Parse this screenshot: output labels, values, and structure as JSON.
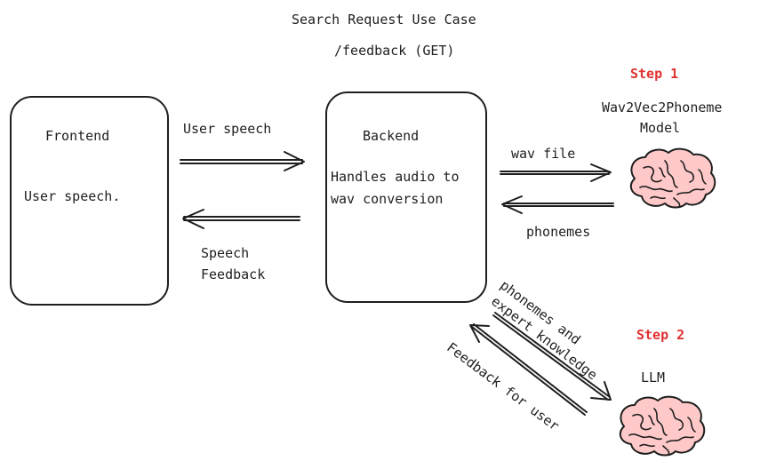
{
  "title": {
    "line1": "Search Request Use Case",
    "line2": "/feedback (GET)"
  },
  "frontend": {
    "title": "Frontend",
    "body": "User speech."
  },
  "backend": {
    "title": "Backend",
    "body_line1": "Handles audio to",
    "body_line2": "wav conversion"
  },
  "arrows": {
    "user_speech": "User speech",
    "speech_feedback_1": "Speech",
    "speech_feedback_2": "Feedback",
    "wav_file": "wav file",
    "phonemes": "phonemes",
    "phonemes_expert_1": "phonemes and",
    "phonemes_expert_2": "expert knowledge",
    "feedback_for_user": "Feedback for user"
  },
  "step1": {
    "label": "Step 1",
    "model_line1": "Wav2Vec2Phoneme",
    "model_line2": "Model",
    "icon": "brain-icon"
  },
  "step2": {
    "label": "Step 2",
    "model": "LLM",
    "icon": "brain-icon"
  },
  "colors": {
    "step": "#e03131",
    "brain_fill": "#ffc9c9",
    "stroke": "#1e1e1e"
  }
}
